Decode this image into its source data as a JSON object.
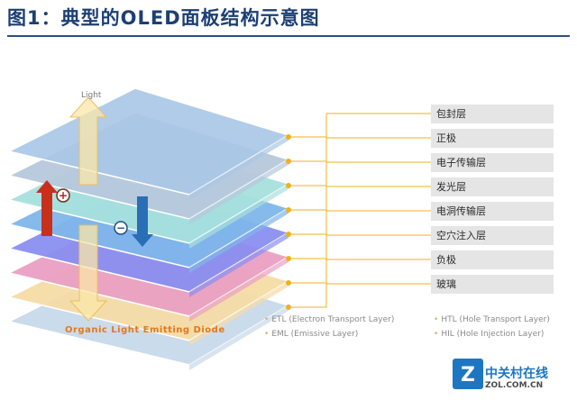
{
  "title": "图1：典型的OLED面板结构示意图",
  "light_label": "Light",
  "plus_sign": "+",
  "minus_sign": "−",
  "caption": "Organic Light Emitting Diode",
  "layers": [
    {
      "label": "包封层",
      "color": "#a9c6e6"
    },
    {
      "label": "正极",
      "color": "#b7c8dc"
    },
    {
      "label": "电子传输层",
      "color": "#a6e0dd"
    },
    {
      "label": "发光层",
      "color": "#7fb6ea"
    },
    {
      "label": "电洞传输层",
      "color": "#8a8ff0"
    },
    {
      "label": "空穴注入层",
      "color": "#ea9fc3"
    },
    {
      "label": "负极",
      "color": "#f6dca6"
    },
    {
      "label": "玻璃",
      "color": "#c7d9ea"
    }
  ],
  "legend": [
    "ETL (Electron Transport Layer)",
    "EML (Emissive Layer)",
    "HTL (Hole Transport Layer)",
    "HIL (Hole Injection Layer)"
  ],
  "watermark": {
    "text": "中关村在线",
    "sub": "ZOL.COM.CN",
    "logo": "Z"
  },
  "colors": {
    "title": "#1d3f73",
    "connector": "#f0b020",
    "caption": "#e2791a"
  }
}
